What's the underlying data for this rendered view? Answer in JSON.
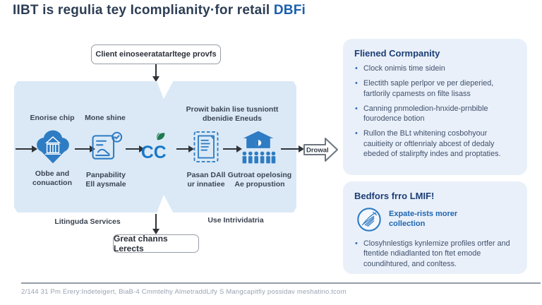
{
  "title": {
    "main": "IIBT is regulia tey Icomplianity·for retail ",
    "highlight": "DBFi"
  },
  "top_box_label": "Client einoseeratatarltege provfs",
  "flow": {
    "logo_text": "CC",
    "steps": [
      {
        "icon": "cloud-bank-icon",
        "top": "Enorise chip",
        "bottom": "Obbe and\nconuaction"
      },
      {
        "icon": "document-hand-icon",
        "top": "Mone shine",
        "bottom": "Panpability\nEll aysmale"
      },
      {
        "icon": "certificate-icon",
        "top": "Prowit bakin lise tusniontt\ndbenidie Eneuds",
        "bottom": "Pasan DAll\nur innatiee"
      },
      {
        "icon": "package-people-icon",
        "top": "",
        "bottom": "Gutroat opelosing\nAe propustion"
      }
    ],
    "end_arrow_label": "Drowal",
    "bottom_left_label": "Litinguda Services",
    "bottom_right_label": "Use Intrividatria",
    "bottom_box_label": "Great channs Lerects"
  },
  "panels": {
    "compliance": {
      "heading": "Fliened Cormpanity",
      "bullets": [
        "Clock onimis time sidein",
        "Electith saple perlpor ve per dieperied, fartlorily cpamests on filte lisass",
        "Canning pnmoledion-hnxide-prnbible fourodence botion",
        "Rullon the BLt whitening cosbohyour cauitieity or oftlenrialy abcest of dedaly ebeded of stalirpfty indes and proptaties."
      ]
    },
    "benefits": {
      "heading": "Bedfors frro LMIF!",
      "expert_label": "Expate-rists morer\ncollection",
      "bullets": [
        "Closyhnlestigs kynlemize profiles ortfer and ftentide ndiadlanted ton ftet emode coundihtured, and conltess."
      ]
    }
  },
  "footer": {
    "text": "2/144 31 Pm Erery:Indeteigert, BiaB-4 Cmmtelhy AlmetraddLify S Mangcapitfiy possidav meshatino.tcom"
  },
  "colors": {
    "accent_blue": "#2e7cc3",
    "band_blue": "#dbe9f6",
    "panel_blue": "#e9f0fa",
    "heading_navy": "#1c3e74",
    "title_navy": "#2d3e55",
    "highlight_blue": "#1a5fae",
    "leaf_green": "#1e7a50"
  }
}
